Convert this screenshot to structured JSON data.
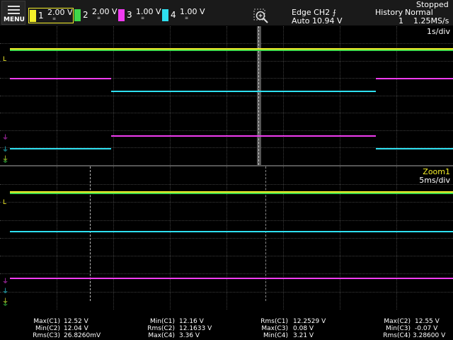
{
  "status": "Stopped",
  "menu": {
    "label": "MENU"
  },
  "channels": [
    {
      "num": "1",
      "volts": "2.00 V",
      "color": "#f5f02a",
      "selected": true
    },
    {
      "num": "2",
      "volts": "2.00 V",
      "color": "#3fd84a",
      "selected": false
    },
    {
      "num": "3",
      "volts": "1.00 V",
      "color": "#f03cf0",
      "selected": false
    },
    {
      "num": "4",
      "volts": "1.00 V",
      "color": "#2ee0f0",
      "selected": false
    }
  ],
  "trigger": {
    "mode": "Edge CH2",
    "level": "Auto 10.94 V",
    "slope_icon": "rising-edge-icon"
  },
  "history": {
    "label": "History",
    "count": "1"
  },
  "acquisition": {
    "mode": "Normal",
    "rate": "1.25MS/s"
  },
  "main_view": {
    "timebase": "1s/div"
  },
  "zoom_view": {
    "label": "Zoom1",
    "timebase": "5ms/div"
  },
  "stats": {
    "col1": [
      {
        "k": "Max(C1)",
        "v": "12.52 V"
      },
      {
        "k": "Min(C2)",
        "v": "12.04 V"
      },
      {
        "k": "Rms(C3)",
        "v": "26.8260mV"
      }
    ],
    "col2": [
      {
        "k": "Min(C1)",
        "v": "12.16 V"
      },
      {
        "k": "Rms(C2)",
        "v": "12.1633 V"
      },
      {
        "k": "Max(C4)",
        "v": "3.36 V"
      }
    ],
    "col3": [
      {
        "k": "Rms(C1)",
        "v": "12.2529 V"
      },
      {
        "k": "Max(C3)",
        "v": "0.08 V"
      },
      {
        "k": "Min(C4)",
        "v": "3.21 V"
      }
    ],
    "col4": [
      {
        "k": "Max(C2)",
        "v": "12.55 V"
      },
      {
        "k": "Min(C3)",
        "v": "-0.07 V"
      },
      {
        "k": "Rms(C4)",
        "v": "3.28600 V"
      }
    ]
  },
  "markers": {
    "level": "L",
    "ground": "⏚"
  }
}
